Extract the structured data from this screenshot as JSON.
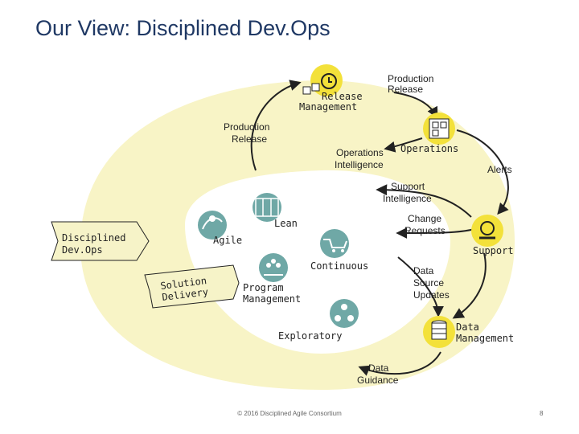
{
  "title": "Our View: Disciplined Dev.Ops",
  "nodes": {
    "release_management": [
      "Release",
      "Management"
    ],
    "operations": "Operations",
    "support": "Support",
    "data_management": [
      "Data",
      "Management"
    ],
    "lean": "Lean",
    "agile": "Agile",
    "continuous": "Continuous",
    "program_management": [
      "Program",
      "Management"
    ],
    "exploratory": "Exploratory"
  },
  "banners": {
    "disciplined_devops": [
      "Disciplined",
      "Dev.Ops"
    ],
    "solution_delivery": [
      "Solution",
      "Delivery"
    ]
  },
  "flows": {
    "production_release_top": [
      "Production",
      "Release"
    ],
    "production_release_left": [
      "Production",
      "Release"
    ],
    "operations_intelligence": [
      "Operations",
      "Intelligence"
    ],
    "alerts": "Alerts",
    "support_intelligence": [
      "Support",
      "Intelligence"
    ],
    "change_requests": [
      "Change",
      "Requests"
    ],
    "data_source_updates": [
      "Data",
      "Source",
      "Updates"
    ],
    "data_guidance": [
      "Data",
      "Guidance"
    ]
  },
  "footer": {
    "copyright": "© 2016 Disciplined Agile Consortium",
    "page": "8"
  },
  "colors": {
    "title": "#1f3864",
    "ring": "#f8f4c6",
    "icon_yellow": "#f3e13a",
    "icon_teal": "#6fa8a6",
    "banner_fill": "#f6f3c8"
  }
}
